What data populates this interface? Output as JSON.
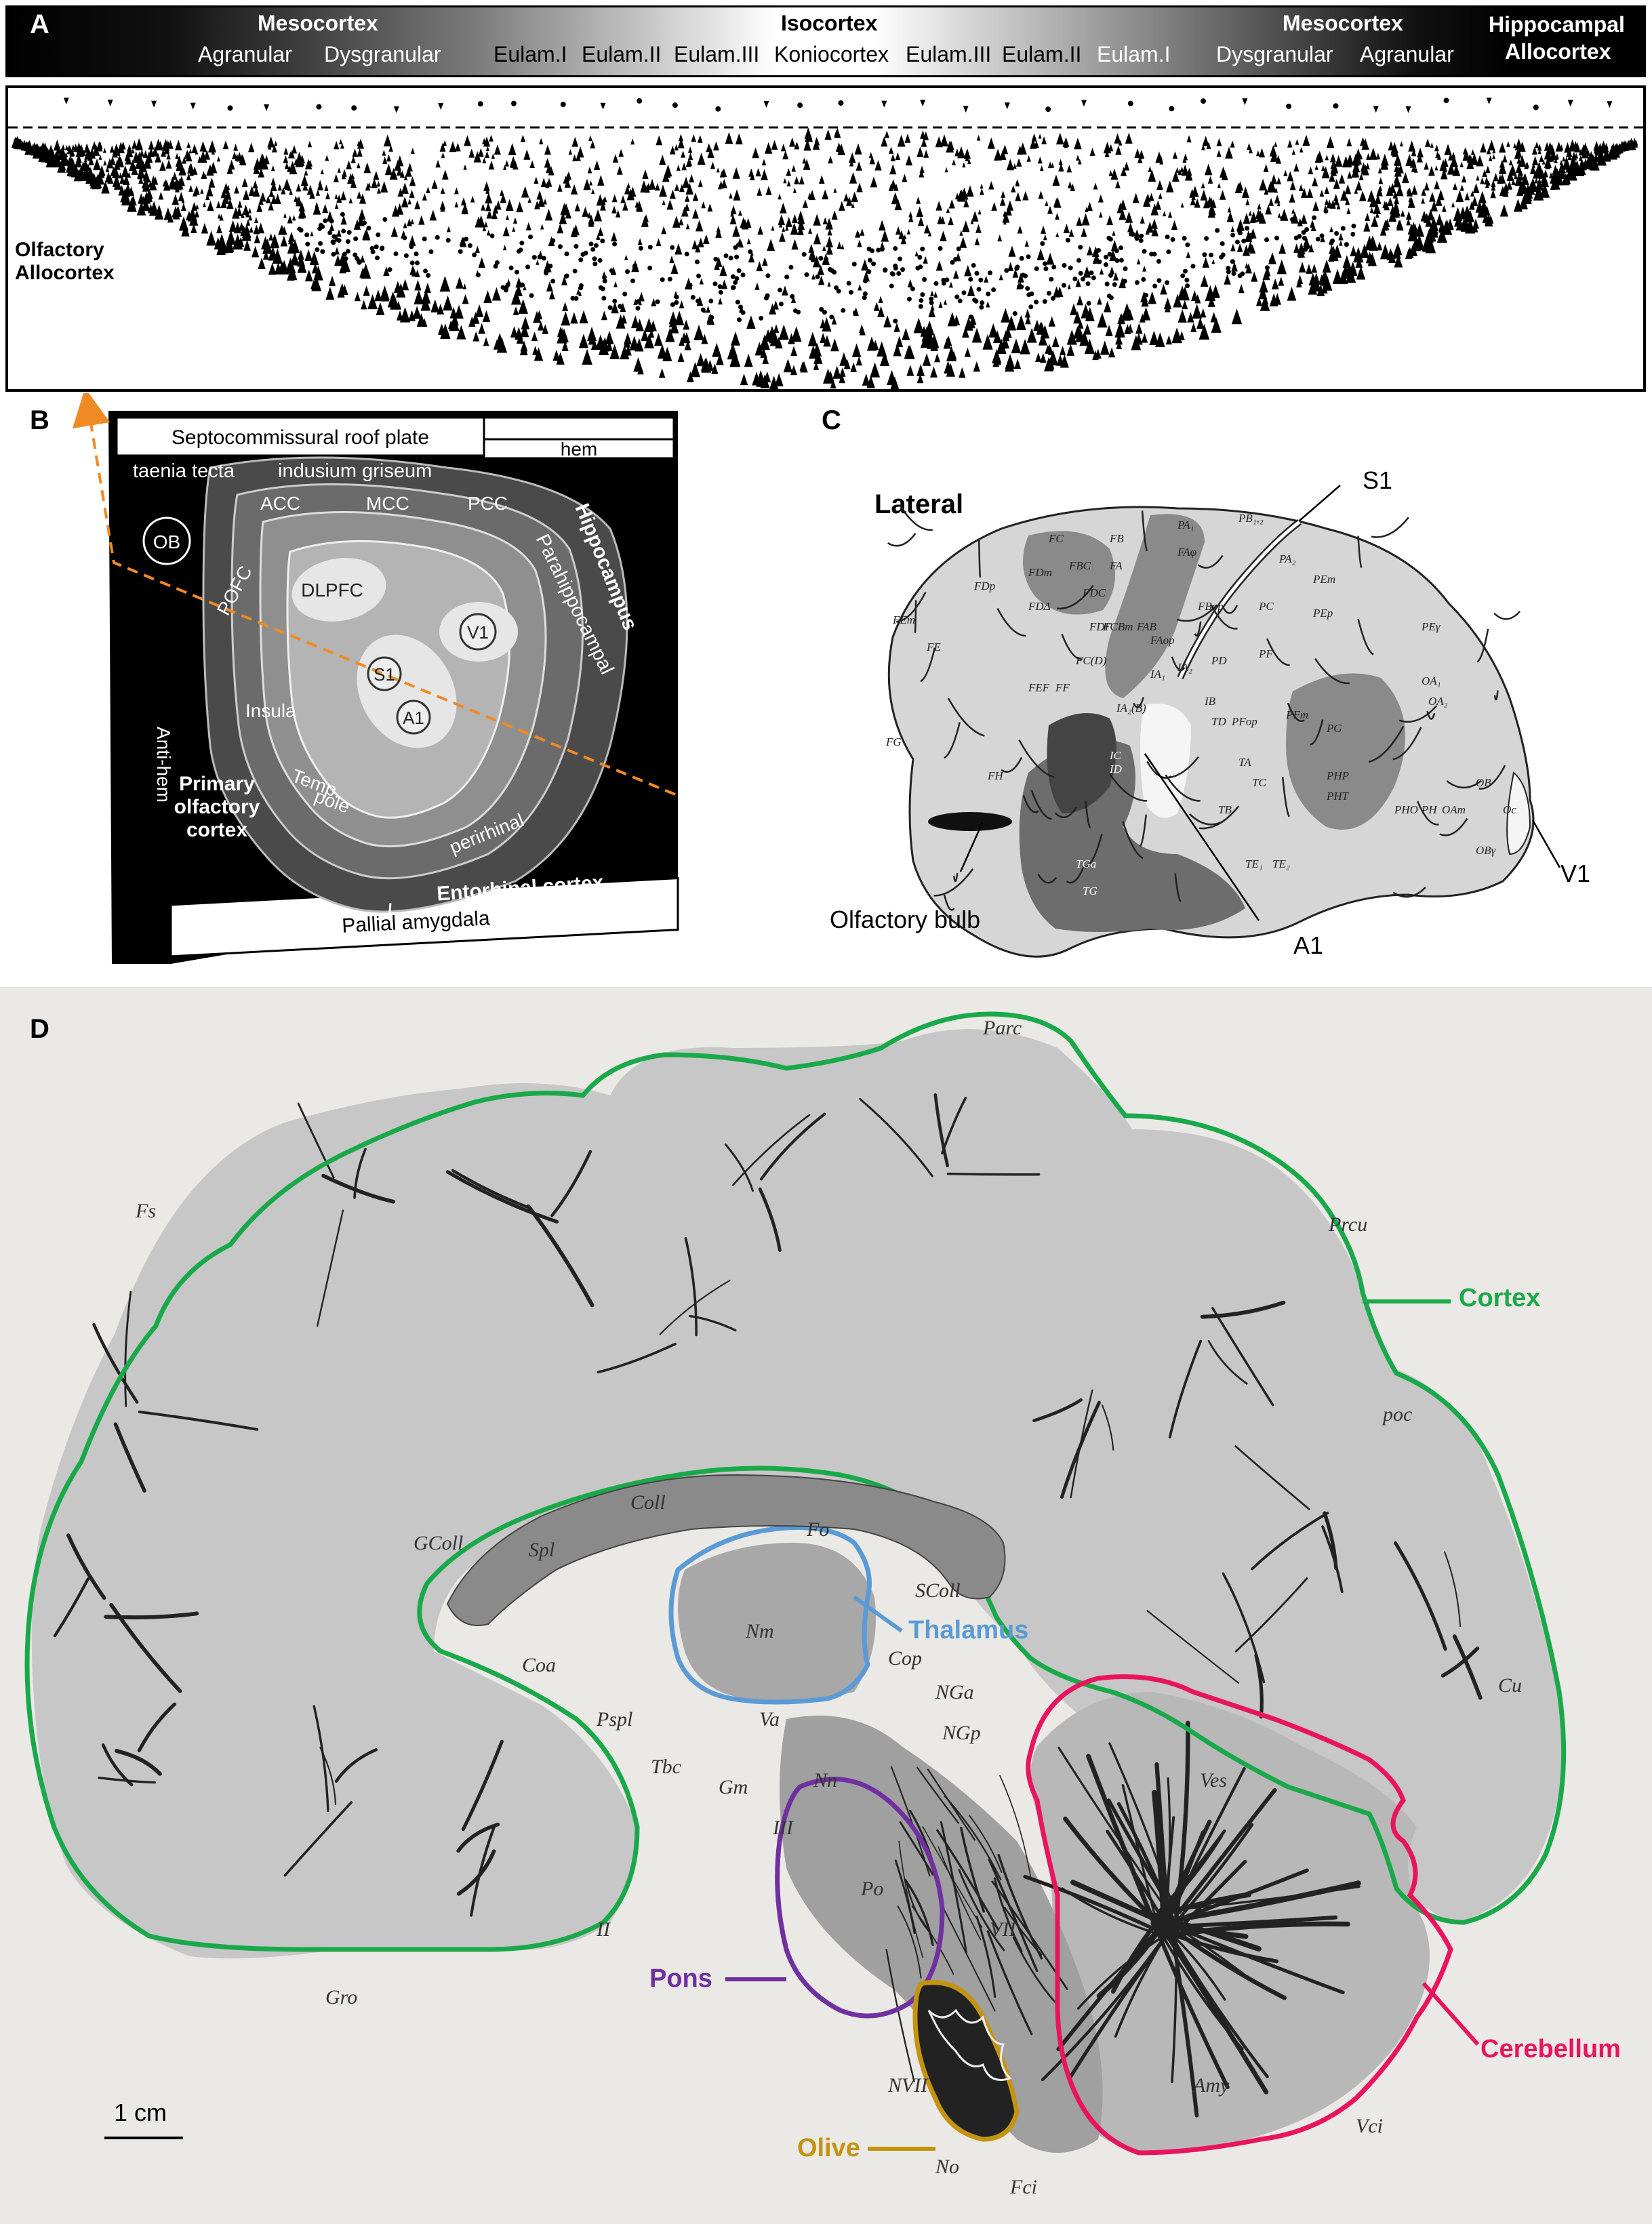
{
  "panelA": {
    "letter": "A",
    "header": {
      "meso_left": "Mesocortex",
      "agranular_left": "Agranular",
      "dysgranular_left": "Dysgranular",
      "isocortex": "Isocortex",
      "eulam1_left": "Eulam.I",
      "eulam2_left": "Eulam.II",
      "eulam3_left": "Eulam.III",
      "koniocortex": "Koniocortex",
      "eulam3_right": "Eulam.III",
      "eulam2_right": "Eulam.II",
      "eulam1_right": "Eulam.I",
      "meso_right": "Mesocortex",
      "dysgranular_right": "Dysgranular",
      "agranular_right": "Agranular",
      "hippo_line1": "Hippocampal",
      "hippo_line2": "Allocortex"
    },
    "olfactory_line1": "Olfactory",
    "olfactory_line2": "Allocortex"
  },
  "panelB": {
    "letter": "B",
    "septo": "Septocommissural roof plate",
    "hem": "hem",
    "taenia": "taenia tecta",
    "indusium": "indusium griseum",
    "ob": "OB",
    "acc": "ACC",
    "mcc": "MCC",
    "pcc": "PCC",
    "pofc": "POFC",
    "dlpfc": "DLPFC",
    "v1": "V1",
    "s1": "S1",
    "a1": "A1",
    "insula": "Insula",
    "temp1": "Temp.",
    "temp2": "pole",
    "perirhinal": "perirhinal",
    "parahippo": "Parahippocampal",
    "hippocampus": "Hippocampus",
    "antihem": "Anti-hem",
    "primary1": "Primary",
    "primary2": "olfactory",
    "primary3": "cortex",
    "entorhinal": "Entorhinal cortex",
    "pallial": "Pallial amygdala"
  },
  "panelC": {
    "letter": "C",
    "lateral": "Lateral",
    "s1": "S1",
    "v1": "V1",
    "a1": "A1",
    "olfactory_bulb": "Olfactory bulb",
    "areas": [
      "FC",
      "FB",
      "FBC",
      "FDC",
      "FDm",
      "FDp",
      "FDΔ",
      "FDΓ",
      "FE",
      "FEm",
      "FEF",
      "FF",
      "FG",
      "FH",
      "FA",
      "FAφ",
      "FAB",
      "FBop",
      "FCBm",
      "FAop",
      "FC(D)",
      "IA₁",
      "IA₂",
      "IA₂(B)",
      "IB",
      "IC",
      "ID",
      "PA₁",
      "PB₁,₂",
      "PA₂",
      "PC",
      "PD",
      "PF",
      "PEm",
      "PEp",
      "PEγ",
      "PFop",
      "PFm",
      "PG",
      "PHP",
      "PHT",
      "PH",
      "PHO",
      "TA",
      "TB",
      "TC",
      "TD",
      "TE₁",
      "TE₂",
      "TG",
      "TGa",
      "OA₁",
      "OA₂",
      "OAm",
      "OB",
      "OBγ",
      "Oc"
    ]
  },
  "panelD": {
    "letter": "D",
    "cortex": "Cortex",
    "thalamus": "Thalamus",
    "cerebellum": "Cerebellum",
    "pons": "Pons",
    "olive": "Olive",
    "scale": "1 cm",
    "labels": [
      "Fs",
      "Parc",
      "Prcu",
      "poc",
      "Cu",
      "Gro",
      "Coll",
      "Fo",
      "SColl",
      "GColl",
      "Spl",
      "Nm",
      "Cop",
      "NGa",
      "NGp",
      "Coa",
      "Pspl",
      "Va",
      "Nn",
      "Tbc",
      "Gm",
      "III",
      "II",
      "Po",
      "VII",
      "NVII",
      "No",
      "Fci",
      "Ves",
      "Amy",
      "Vci"
    ]
  },
  "colors": {
    "cortex": "#1aa94a",
    "thalamus": "#5b9bd5",
    "cerebellum": "#e8155e",
    "pons": "#7030a0",
    "olive": "#c49310",
    "orange": "#f08a24"
  }
}
